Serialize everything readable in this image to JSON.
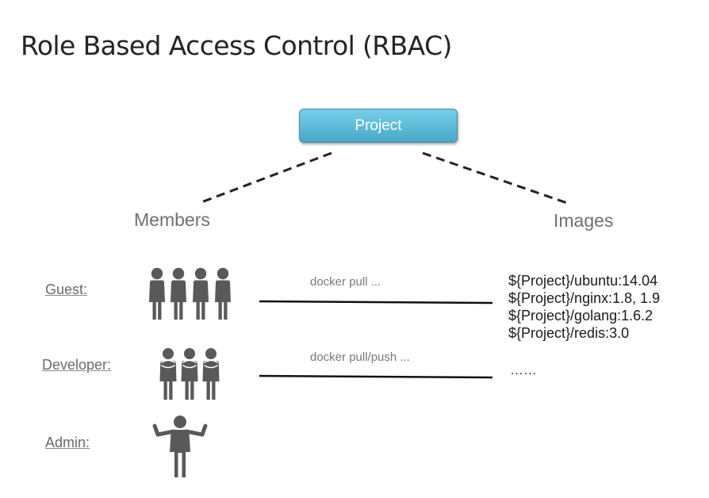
{
  "page": {
    "title": "Role Based Access Control (RBAC)"
  },
  "diagram": {
    "root_node": "Project",
    "members_label": "Members",
    "images_label": "Images",
    "roles": [
      {
        "label": "Guest:",
        "icon": "group-of-four-people-icon",
        "command": "docker pull ..."
      },
      {
        "label": "Developer:",
        "icon": "group-of-three-arms-crossed-people-icon",
        "command": "docker pull/push ..."
      },
      {
        "label": "Admin:",
        "icon": "single-person-arms-open-icon",
        "command": ""
      }
    ],
    "images": [
      "${Project}/ubuntu:14.04",
      "${Project}/nginx:1.8,  1.9",
      "${Project}/golang:1.6.2",
      "${Project}/redis:3.0"
    ],
    "more_images": "……",
    "colors": {
      "project_box": "#5dbad8",
      "person_icon": "#595959",
      "connector": "#222222"
    }
  }
}
